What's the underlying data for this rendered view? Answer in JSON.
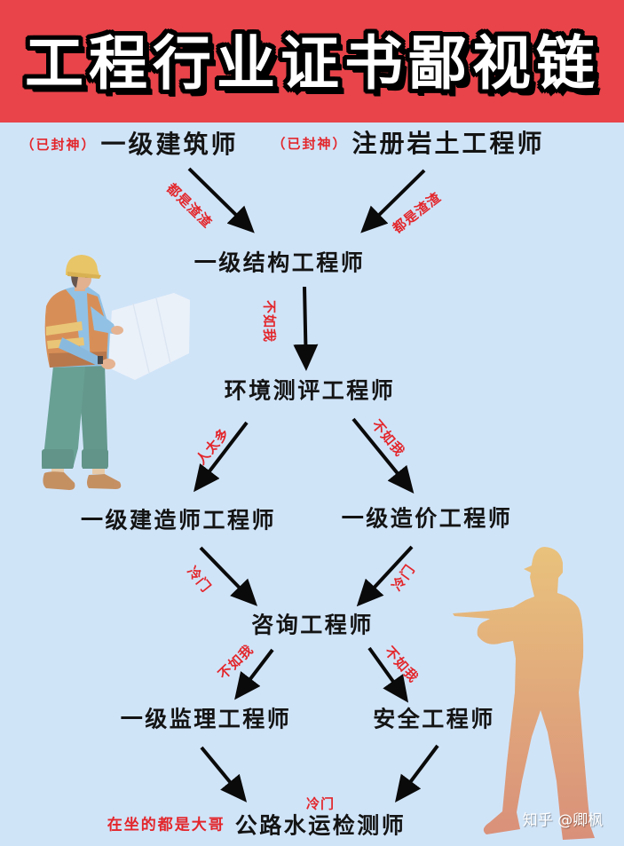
{
  "title": "工程行业证书鄙视链",
  "nodes": {
    "architect": {
      "tag": "（已封神）",
      "label": "一级建筑师"
    },
    "geotech": {
      "tag": "（已封神）",
      "label": "注册岩土工程师"
    },
    "structural": {
      "label": "一级结构工程师"
    },
    "env_assessment": {
      "label": "环境测评工程师"
    },
    "constructor": {
      "label": "一级建造师工程师"
    },
    "cost": {
      "label": "一级造价工程师"
    },
    "consulting": {
      "label": "咨询工程师"
    },
    "supervision": {
      "label": "一级监理工程师"
    },
    "safety": {
      "label": "安全工程师"
    },
    "highway_testing": {
      "tag": "在坐的都是大哥",
      "label": "公路水运检测师",
      "note": "冷门"
    }
  },
  "edges": [
    {
      "from": "一级建筑师",
      "to": "一级结构工程师",
      "label": "都是渣渣"
    },
    {
      "from": "注册岩土工程师",
      "to": "一级结构工程师",
      "label": "都是渣渣"
    },
    {
      "from": "一级结构工程师",
      "to": "环境测评工程师",
      "label": "不如我"
    },
    {
      "from": "环境测评工程师",
      "to": "一级建造师工程师",
      "label": "人太多"
    },
    {
      "from": "环境测评工程师",
      "to": "一级造价工程师",
      "label": "不如我"
    },
    {
      "from": "一级建造师工程师",
      "to": "咨询工程师",
      "label": "冷门"
    },
    {
      "from": "一级造价工程师",
      "to": "咨询工程师",
      "label": "冷门"
    },
    {
      "from": "咨询工程师",
      "to": "一级监理工程师",
      "label": "不如我"
    },
    {
      "from": "咨询工程师",
      "to": "安全工程师",
      "label": "不如我"
    },
    {
      "from": "一级监理工程师",
      "to": "公路水运检测师",
      "label": ""
    },
    {
      "from": "安全工程师",
      "to": "公路水运检测师",
      "label": ""
    }
  ],
  "illustrations": {
    "left": "engineer-reading-blueprint",
    "right": "worker-with-drill-silhouette"
  },
  "watermark": "知乎 @卿枫",
  "colors": {
    "banner": "#E8444A",
    "background": "#D0E4F8",
    "title_fill": "#FFFFFF",
    "title_outline": "#000000",
    "node_text": "#141414",
    "annotation_red": "#E3262B",
    "arrow": "#0A0A0A",
    "silhouette_top": "#E9C27C",
    "silhouette_bottom": "#D9907A"
  }
}
